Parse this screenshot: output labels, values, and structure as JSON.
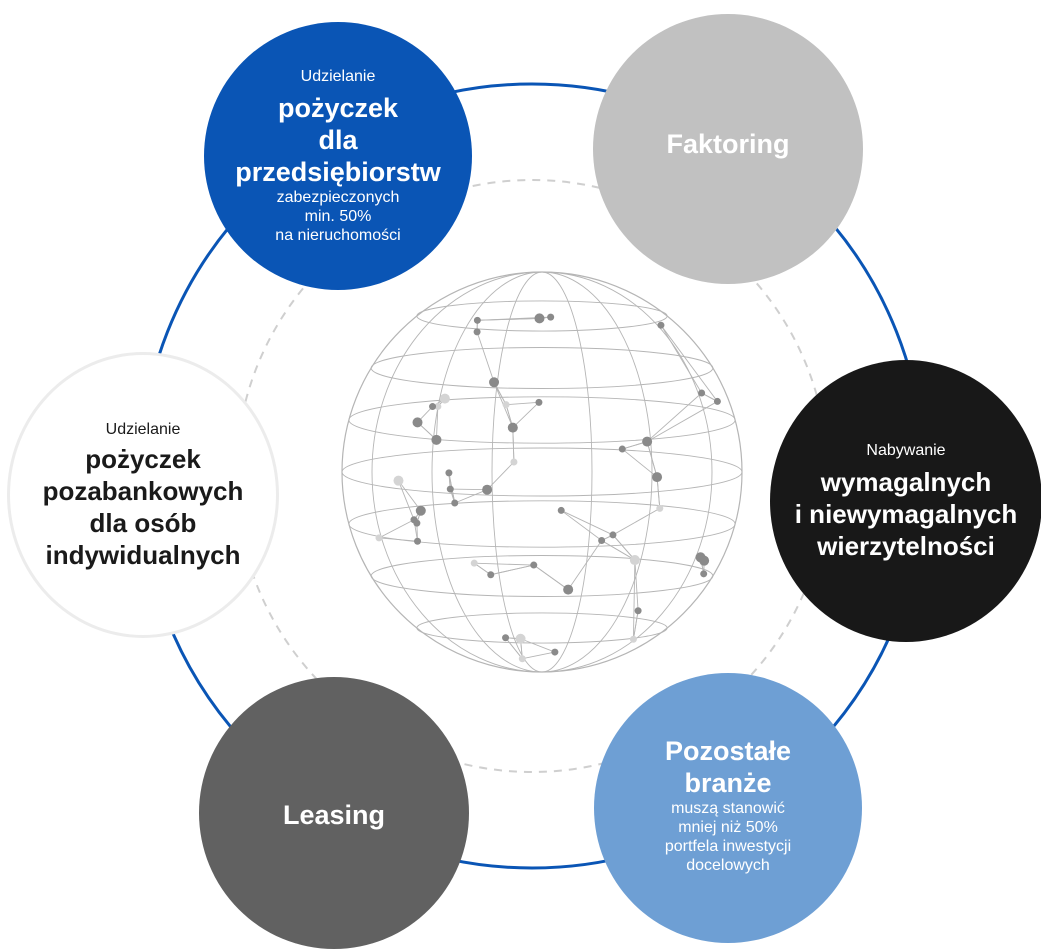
{
  "colors": {
    "ring": "#0a55b5",
    "dashed": "#cfcfcf",
    "globe_line": "#b5b5b5",
    "globe_node": "#8a8a8a"
  },
  "center_graphic": "wireframe-globe-icon",
  "nodes": {
    "top_left": {
      "color": "#0a55b5",
      "intro": "Udzielanie",
      "line1": "pożyczek",
      "line2": "dla",
      "line3": "przedsiębiorstw",
      "detail1": "zabezpieczonych",
      "detail2": "min. 50%",
      "detail3": "na nieruchomości"
    },
    "top_right": {
      "color": "#c1c1c1",
      "title": "Faktoring"
    },
    "left": {
      "color": "#ffffff",
      "intro": "Udzielanie",
      "line1": "pożyczek",
      "line2": "pozabankowych",
      "line3": "dla osób",
      "line4": "indywidualnych"
    },
    "right": {
      "color": "#181818",
      "intro": "Nabywanie",
      "line1": "wymagalnych",
      "line2": "i niewymagalnych",
      "line3": "wierzytelności"
    },
    "bottom_left": {
      "color": "#616161",
      "title": "Leasing"
    },
    "bottom_right": {
      "color": "#6e9fd4",
      "line1": "Pozostałe",
      "line2": "branże",
      "detail1": "muszą stanowić",
      "detail2": "mniej niż 50%",
      "detail3": "portfela inwestycji",
      "detail4": "docelowych"
    }
  }
}
